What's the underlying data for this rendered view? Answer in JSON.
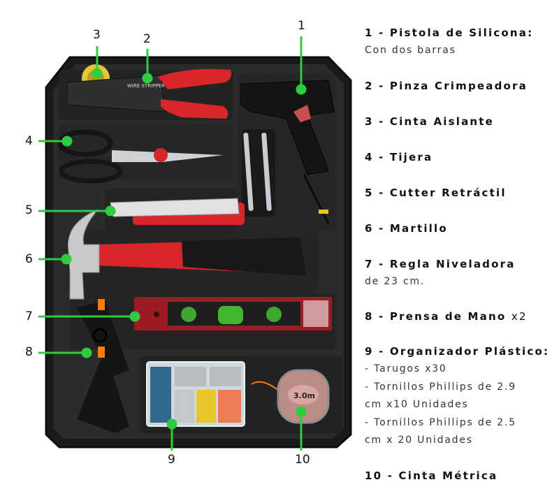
{
  "colors": {
    "callout_green": "#2ecc3e",
    "case_black": "#1c1c1c",
    "tool_red": "#d8262b",
    "level_red": "#9b1c24",
    "text": "#111111"
  },
  "callouts": [
    {
      "number": "1",
      "target": "glue-gun"
    },
    {
      "number": "2",
      "target": "wire-crimper"
    },
    {
      "number": "3",
      "target": "electrical-tape"
    },
    {
      "number": "4",
      "target": "scissors"
    },
    {
      "number": "5",
      "target": "utility-knife"
    },
    {
      "number": "6",
      "target": "hammer"
    },
    {
      "number": "7",
      "target": "spirit-level"
    },
    {
      "number": "8",
      "target": "hand-clamps"
    },
    {
      "number": "9",
      "target": "plastic-organizer"
    },
    {
      "number": "10",
      "target": "tape-measure"
    }
  ],
  "tool_labels": {
    "crimper_text": "WIRE STRIPPER",
    "tape_measure_text": "3.0m"
  },
  "legend": [
    {
      "title": "1 - Pistola de Silicona:",
      "details": [
        "Con dos barras"
      ]
    },
    {
      "title": "2 - Pinza Crimpeadora",
      "details": []
    },
    {
      "title": "3 - Cinta Aislante",
      "details": []
    },
    {
      "title": "4 - Tijera",
      "details": []
    },
    {
      "title": "5 - Cutter Retráctil",
      "details": []
    },
    {
      "title": "6 - Martillo",
      "details": []
    },
    {
      "title": "7 - Regla Niveladora",
      "details": [
        "de 23 cm."
      ]
    },
    {
      "title": "8 - Prensa de Mano",
      "qty": "x2",
      "details": []
    },
    {
      "title": "9 - Organizador Plástico:",
      "details": [
        "- Tarugos x30",
        "- Tornillos Phillips de 2.9",
        "cm x10 Unidades",
        "- Tornillos Phillips de 2.5",
        "cm x 20 Unidades"
      ]
    },
    {
      "title": "10 - Cinta Métrica",
      "details": []
    }
  ]
}
